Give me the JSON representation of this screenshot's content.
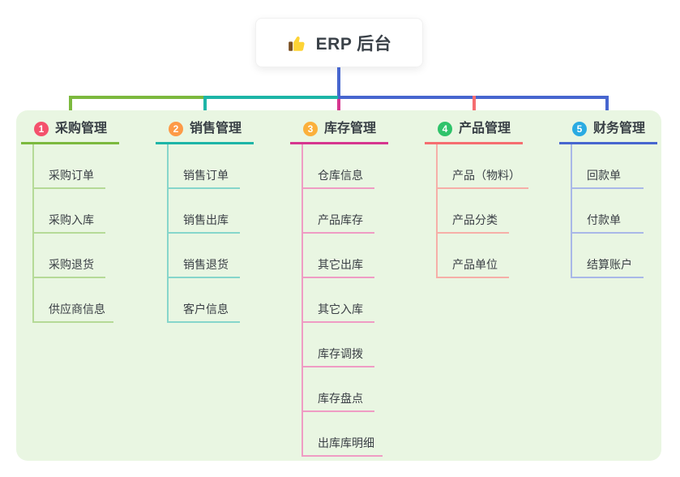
{
  "root": {
    "title": "ERP 后台",
    "icon": "thumbs-up-icon",
    "stem_color": "#4766cf"
  },
  "colors": {
    "panel_background": "#e9f6e2",
    "text_dark": "#383f45"
  },
  "branches": [
    {
      "number": "1",
      "label": "采购管理",
      "badge_color": "#f4516c",
      "line_color": "#7cb93e",
      "light_color": "#b5da97",
      "subs": [
        "采购订单",
        "采购入库",
        "采购退货",
        "供应商信息"
      ]
    },
    {
      "number": "2",
      "label": "销售管理",
      "badge_color": "#fd9a47",
      "line_color": "#1db5a7",
      "light_color": "#86d6cb",
      "subs": [
        "销售订单",
        "销售出库",
        "销售退货",
        "客户信息"
      ]
    },
    {
      "number": "3",
      "label": "库存管理",
      "badge_color": "#fbb03b",
      "line_color": "#d6368f",
      "light_color": "#ef9cc4",
      "subs": [
        "仓库信息",
        "产品库存",
        "其它出库",
        "其它入库",
        "库存调拨",
        "库存盘点",
        "出库库明细"
      ]
    },
    {
      "number": "4",
      "label": "产品管理",
      "badge_color": "#2fc36a",
      "line_color": "#f56d70",
      "light_color": "#f6afa8",
      "subs": [
        "产品（物料）",
        "产品分类",
        "产品单位"
      ]
    },
    {
      "number": "5",
      "label": "财务管理",
      "badge_color": "#2aabe2",
      "line_color": "#4766cf",
      "light_color": "#a9b8e8",
      "subs": [
        "回款单",
        "付款单",
        "结算账户"
      ]
    }
  ]
}
